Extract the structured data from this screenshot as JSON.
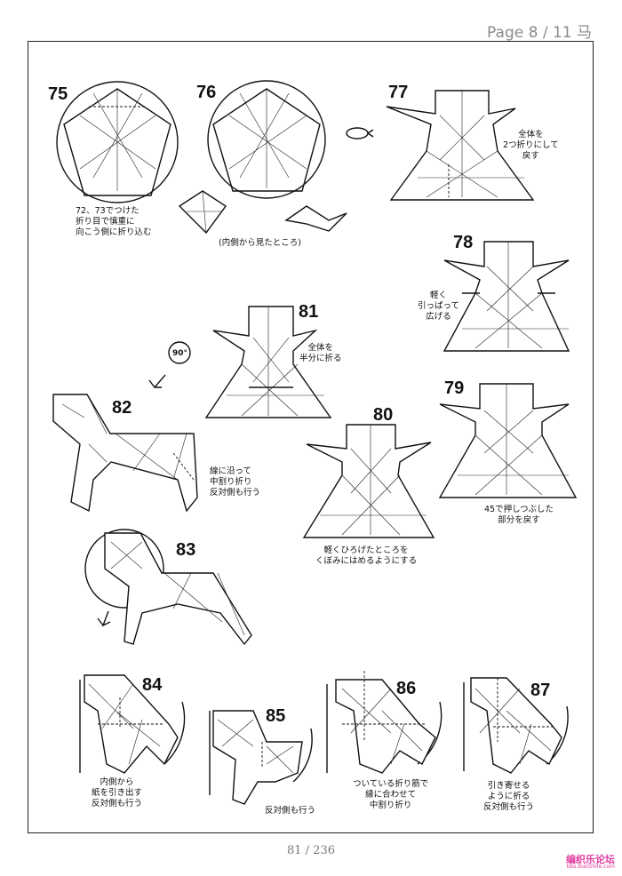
{
  "header": {
    "page_indicator": "Page 8 / 11 马"
  },
  "footer": {
    "page_number": "81 / 236"
  },
  "watermark": {
    "line1": "编织乐论坛",
    "line2": "bbs.bianzhile.com"
  },
  "steps": [
    {
      "number": "75",
      "note": "72、73でつけた\n折り目で慎重に\n向こう側に折り込む"
    },
    {
      "number": "76",
      "note": "(内側から見たところ)"
    },
    {
      "number": "77",
      "note": "全体を\n2つ折りにして\n戻す"
    },
    {
      "number": "78",
      "note": "軽く\n引っぱって\n広げる"
    },
    {
      "number": "79",
      "note": "45で押しつぶした\n部分を戻す"
    },
    {
      "number": "80",
      "note": "軽くひろげたところを\nくぼみにはめるようにする"
    },
    {
      "number": "81",
      "note": "全体を\n半分に折る"
    },
    {
      "number": "82",
      "note": "線に沿って\n中割り折り\n反対側も行う"
    },
    {
      "number": "83",
      "note": ""
    },
    {
      "number": "84",
      "note": "内側から\n紙を引き出す\n反対側も行う"
    },
    {
      "number": "85",
      "note": "反対側も行う"
    },
    {
      "number": "86",
      "note": "ついている折り筋で\n縁に合わせて\n中割り折り"
    },
    {
      "number": "87",
      "note": "引き寄せる\nように折る\n反対側も行う"
    }
  ],
  "rotation_badge": "90°",
  "icons": [
    "turn-over-icon",
    "rotate-90-icon",
    "arrow-down-icon"
  ]
}
